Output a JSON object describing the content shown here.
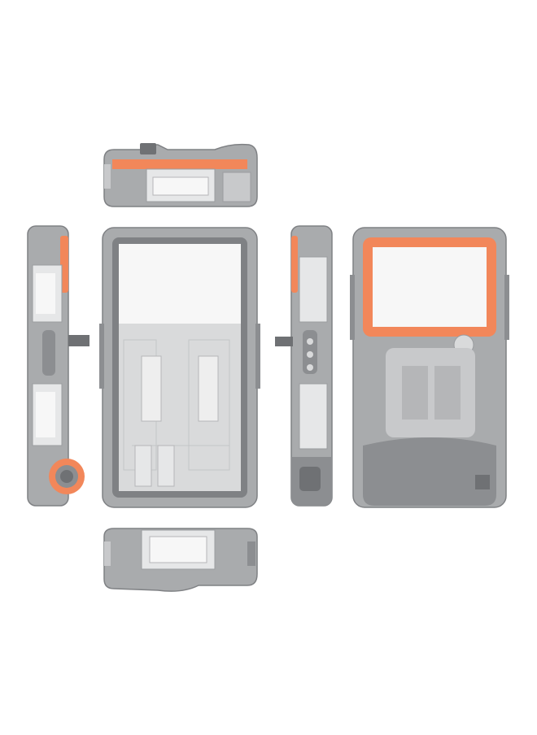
{
  "image": {
    "subject": "waterproof-phone-case-six-views",
    "colors": {
      "background": "#ffffff",
      "shell": "#a9abad",
      "shell_dark": "#8c8e91",
      "shell_light": "#c8c9cb",
      "accent": "#f2875a",
      "window": "#f7f7f7",
      "metal": "#d9dadb"
    },
    "views": [
      "top-view",
      "left-side-view",
      "front-view",
      "right-side-view",
      "back-view",
      "bottom-view"
    ]
  }
}
